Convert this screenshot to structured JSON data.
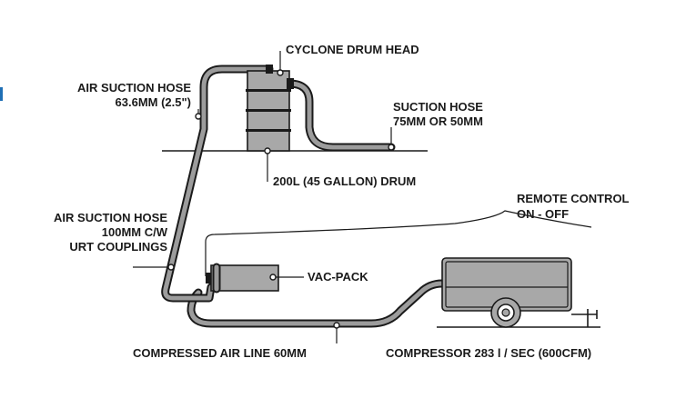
{
  "labels": {
    "cyclone_drum_head": "CYCLONE DRUM HEAD",
    "air_suction_hose_top_line1": "AIR SUCTION HOSE",
    "air_suction_hose_top_line2": "63.6MM (2.5\")",
    "suction_hose_line1": "SUCTION HOSE",
    "suction_hose_line2": "75MM OR 50MM",
    "drum": "200L (45 GALLON) DRUM",
    "remote_control_line1": "REMOTE CONTROL",
    "remote_control_line2": "ON - OFF",
    "air_suction_hose_mid_line1": "AIR SUCTION HOSE",
    "air_suction_hose_mid_line2": "100MM C/W",
    "air_suction_hose_mid_line3": "URT COUPLINGS",
    "vac_pack": "VAC-PACK",
    "compressed_air_line": "COMPRESSED AIR LINE 60MM",
    "compressor": "COMPRESSOR 283 l / SEC (600CFM)"
  },
  "colors": {
    "outline": "#1a1a1a",
    "hose_fill": "#9c9c9c",
    "equipment_fill": "#a8a8a8",
    "accent_mark": "#1f6fb5"
  }
}
